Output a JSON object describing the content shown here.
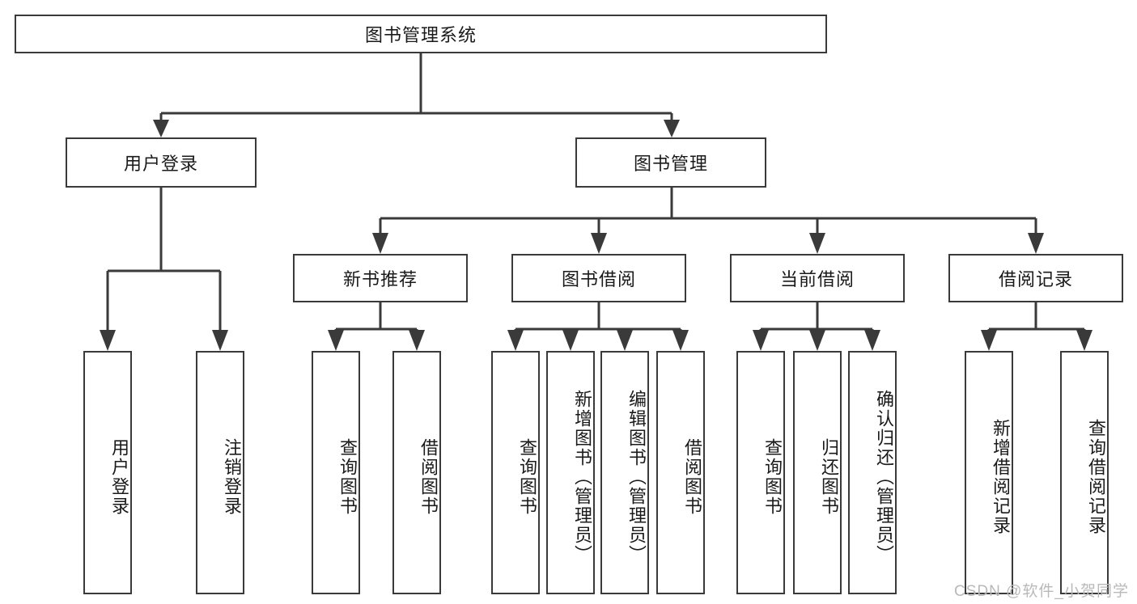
{
  "diagram": {
    "type": "tree",
    "title": "图书管理系统",
    "watermark": "CSDN @软件_小贺同学",
    "colors": {
      "line": "#3a3a3a",
      "box_border": "#3a3a3a",
      "box_fill": "#ffffff",
      "text": "#1a1a1a",
      "watermark": "#b9b9b9"
    },
    "levels": {
      "root": {
        "label": "图书管理系统"
      },
      "level2": [
        {
          "label": "用户登录"
        },
        {
          "label": "图书管理"
        }
      ],
      "level3": [
        {
          "label": "新书推荐"
        },
        {
          "label": "图书借阅"
        },
        {
          "label": "当前借阅"
        },
        {
          "label": "借阅记录"
        }
      ],
      "leaves": {
        "user_login": [
          {
            "label": "用户登录"
          },
          {
            "label": "注销登录"
          }
        ],
        "new_book": [
          {
            "label": "查询图书"
          },
          {
            "label": "借阅图书"
          }
        ],
        "book_borrow": [
          {
            "label": "查询图书"
          },
          {
            "label": "新增图书（管理员）"
          },
          {
            "label": "编辑图书（管理员）"
          },
          {
            "label": "借阅图书"
          }
        ],
        "current_borrow": [
          {
            "label": "查询图书"
          },
          {
            "label": "归还图书"
          },
          {
            "label": "确认归还（管理员）"
          }
        ],
        "borrow_record": [
          {
            "label": "新增借阅记录"
          },
          {
            "label": "查询借阅记录"
          }
        ]
      }
    }
  }
}
